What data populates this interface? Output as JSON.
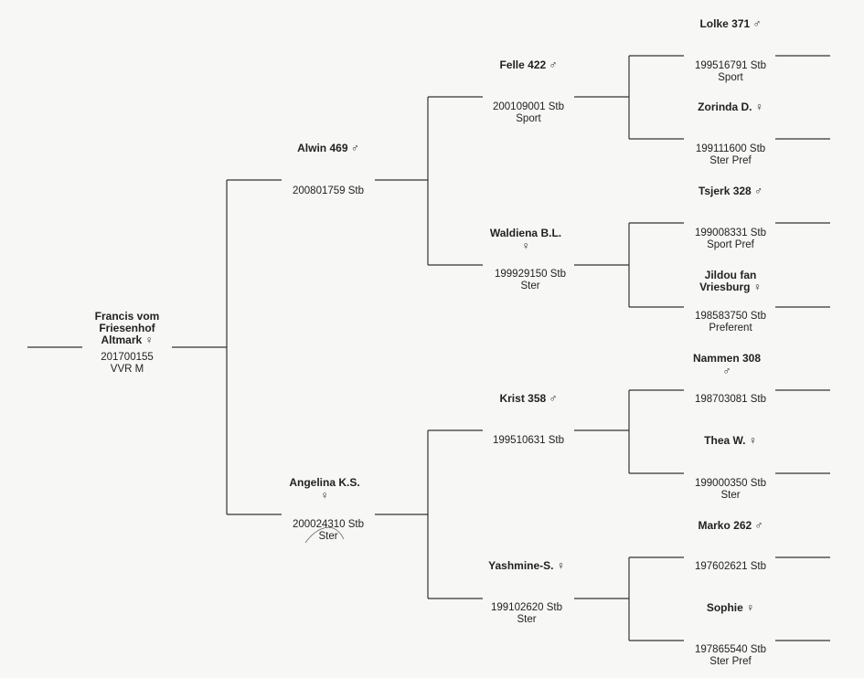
{
  "pedigree": {
    "subject": {
      "name": "Francis vom\nFriesenhof\nAltmark",
      "sex": "♀",
      "reg": "201700155\nVVR M"
    },
    "sire": {
      "name": "Alwin 469",
      "sex": "♂",
      "reg": "200801759 Stb"
    },
    "dam": {
      "name": "Angelina K.S.",
      "sex": "♀",
      "reg": "200024310 Stb\nSter"
    },
    "grand": [
      {
        "name": "Felle 422",
        "sex": "♂",
        "reg": "200109001 Stb\nSport"
      },
      {
        "name": "Waldiena B.L.",
        "sex": "♀",
        "reg": "199929150 Stb\nSter"
      },
      {
        "name": "Krist 358",
        "sex": "♂",
        "reg": "199510631 Stb"
      },
      {
        "name": "Yashmine-S.",
        "sex": "♀",
        "reg": "199102620 Stb\nSter"
      }
    ],
    "great": [
      {
        "name": "Lolke 371",
        "sex": "♂",
        "reg": "199516791 Stb\nSport"
      },
      {
        "name": "Zorinda D.",
        "sex": "♀",
        "reg": "199111600 Stb\nSter Pref"
      },
      {
        "name": "Tsjerk 328",
        "sex": "♂",
        "reg": "199008331 Stb\nSport Pref"
      },
      {
        "name": "Jildou fan\nVriesburg",
        "sex": "♀",
        "reg": "198583750 Stb\nPreferent"
      },
      {
        "name": "Nammen 308",
        "sex": "♂",
        "reg": "198703081 Stb"
      },
      {
        "name": "Thea W.",
        "sex": "♀",
        "reg": "199000350 Stb\nSter"
      },
      {
        "name": "Marko 262",
        "sex": "♂",
        "reg": "197602621 Stb"
      },
      {
        "name": "Sophie",
        "sex": "♀",
        "reg": "197865540 Stb\nSter Pref"
      }
    ]
  }
}
